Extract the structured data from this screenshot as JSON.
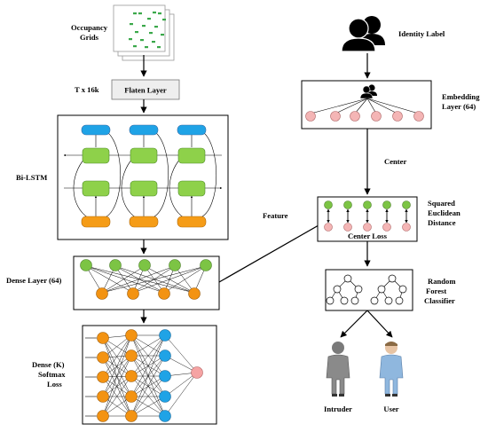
{
  "labels": {
    "occupancy_line1": "Occupancy",
    "occupancy_line2": "Grids",
    "t_x_16k": "T x 16k",
    "flaten_layer": "Flaten Layer",
    "bi_lstm": "Bi-LSTM",
    "dense_layer": "Dense Layer (64)",
    "dense_k_line1": "Dense (K)",
    "dense_k_line2": "Softmax",
    "dense_k_line3": "Loss",
    "identity_label": "Identity Label",
    "embedding_line1": "Embedding",
    "embedding_line2": "Layer (64)",
    "center": "Center",
    "feature": "Feature",
    "center_loss": "Center Loss",
    "squared_line1": "Squared",
    "squared_line2": "Euclidean",
    "squared_line3": "Distance",
    "rf_line1": "Random",
    "rf_line2": "Forest",
    "rf_line3": "Classifier",
    "intruder": "Intruder",
    "user": "User"
  },
  "colors": {
    "lstm_cell": "#8ed14a",
    "lstm_output": "#1fa3e6",
    "lstm_input": "#f59c17",
    "dense_top": "#7cc444",
    "dense_bottom": "#f39312",
    "softmax_out": "#f5a3a3",
    "embed_node": "#f4b5b5",
    "flaten_fill": "#eeeeee",
    "grid_dot": "#3aa84a",
    "intruder_body": "#8a8a8a",
    "user_body": "#8fb7de"
  },
  "icons": [
    "document-stack-icon",
    "people-group-icon",
    "intruder-person-icon",
    "user-person-icon"
  ]
}
